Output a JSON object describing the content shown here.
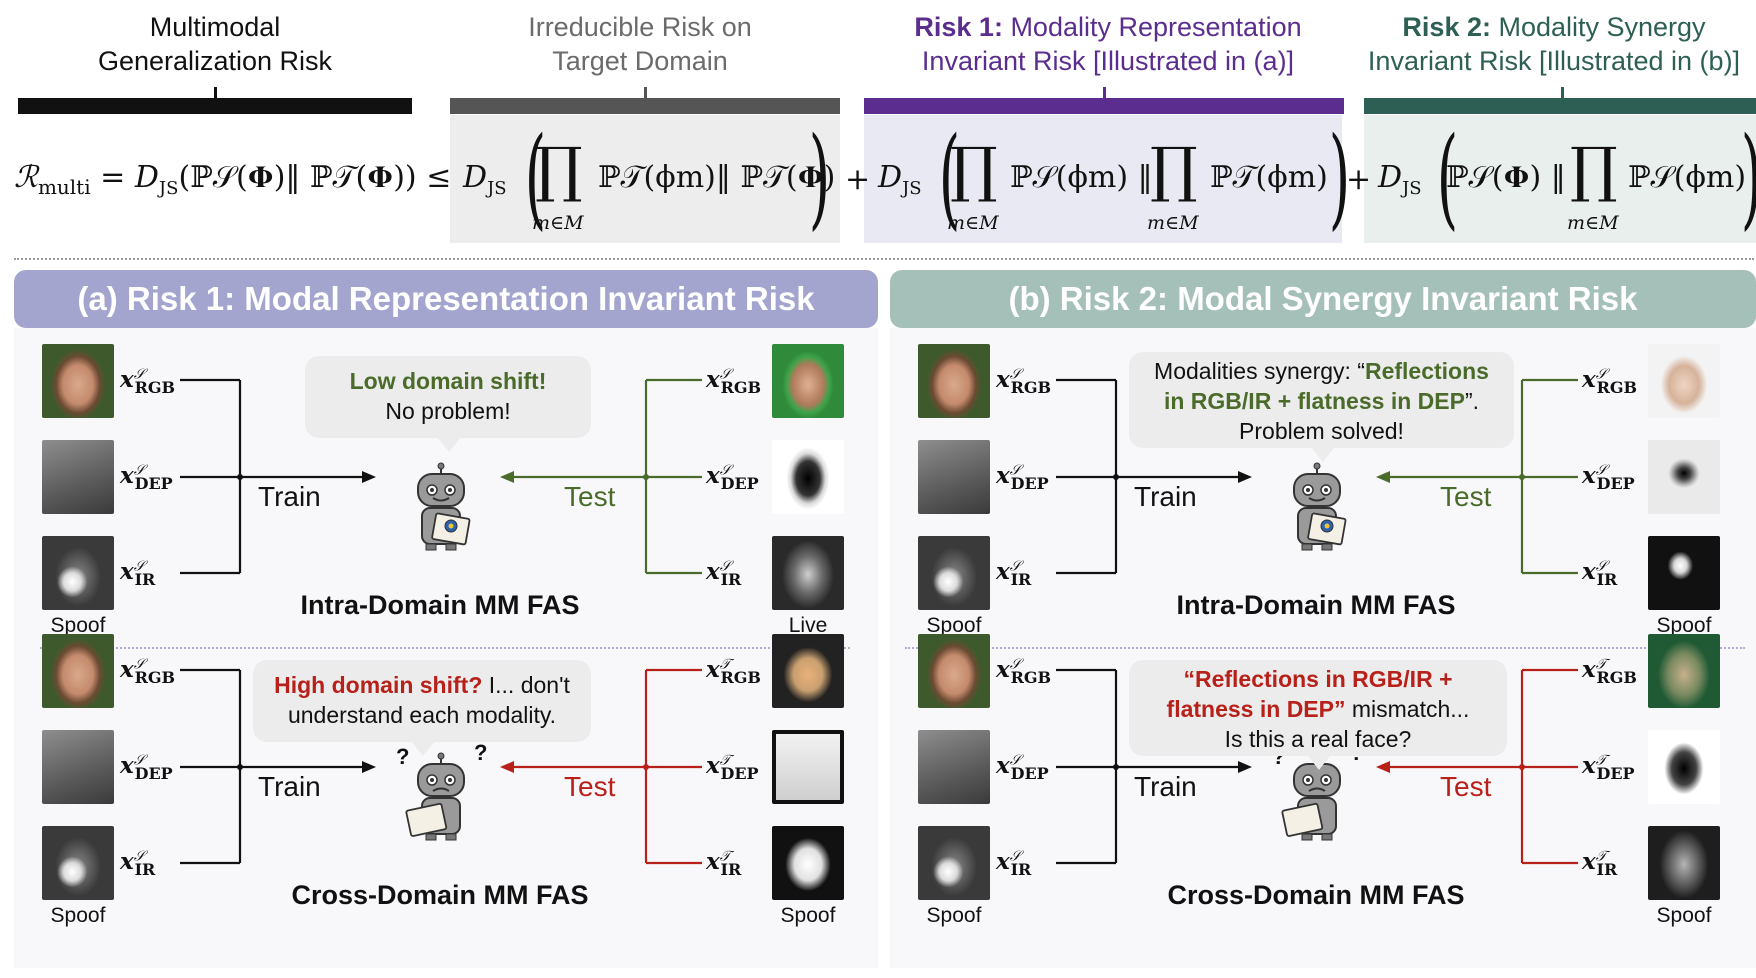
{
  "headers": {
    "h1": {
      "line1": "Multimodal",
      "line2": "Generalization Risk"
    },
    "h2": {
      "line1": "Irreducible Risk on",
      "line2": "Target Domain"
    },
    "h3": {
      "bold": "Risk 1:",
      "line1": " Modality Representation",
      "line2": "Invariant Risk [Illustrated in (a)]"
    },
    "h4": {
      "bold": "Risk 2:",
      "line1": " Modality Synergy",
      "line2": "Invariant Risk [Illustrated in (b)]"
    }
  },
  "formula": {
    "lhs": "ℛ",
    "lhs_sub": "multi",
    "eq": "=",
    "djs": "D",
    "djs_sub": "JS",
    "t1": "(ℙ𝒮(𝚽)‖ ℙ𝒯(𝚽))",
    "leq": "≤",
    "t2a": "ℙ𝒯(ϕm)‖ ℙ𝒯(𝚽)",
    "plus": "+",
    "t3a": "ℙ𝒮(ϕm) ‖",
    "t3b": "ℙ𝒯(ϕm)",
    "t4a": "ℙ𝒮(𝚽) ‖",
    "t4b": "ℙ𝒮(ϕm)",
    "prod": "∏",
    "prod_sub": "m∈M"
  },
  "banners": {
    "a": "(a) Risk 1: Modal Representation Invariant Risk",
    "b": "(b) Risk 2: Modal Synergy Invariant Risk"
  },
  "labels": {
    "x": "x",
    "S": "𝒮",
    "T": "𝒯",
    "rgb": "RGB",
    "dep": "DEP",
    "ir": "IR",
    "train": "Train",
    "test": "Test",
    "spoof": "Spoof",
    "live": "Live",
    "intra": "Intra-Domain MM FAS",
    "cross": "Cross-Domain MM FAS",
    "q": "?"
  },
  "bubbles": {
    "a_intra": {
      "hl": "Low domain shift!",
      "rest": "No problem!"
    },
    "a_cross": {
      "hl": "High domain shift?",
      "rest1": " I... don't",
      "rest2": "understand each modality."
    },
    "b_intra": {
      "pre": "Modalities synergy: “",
      "hl1": "Reflections",
      "hl2": "in RGB/IR + flatness in DEP",
      "post": "”.",
      "rest": "Problem solved!"
    },
    "b_cross": {
      "hl1": "“Reflections in RGB/IR +",
      "hl2": "flatness in DEP”",
      "rest1": " mismatch...",
      "rest2": "Is this a real face?"
    }
  },
  "colors": {
    "risk1_purple": "#5b2d8e",
    "risk2_teal": "#2e5f55",
    "banner_a": "#a3a5cf",
    "banner_b": "#a5c0b9",
    "test_green": "#4b6b2a",
    "test_red": "#b8201a",
    "shade_gray": "#ededed",
    "shade_purple": "#e9e9f3",
    "shade_teal": "#e8efed"
  }
}
